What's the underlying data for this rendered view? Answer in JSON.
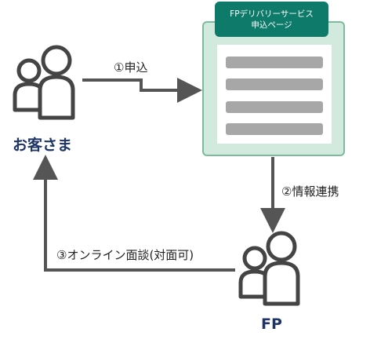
{
  "customer": {
    "label": "お客さま"
  },
  "fp": {
    "label": "FP"
  },
  "service_page": {
    "title_line1": "FPデリバリーサービス",
    "title_line2": "申込ページ"
  },
  "steps": [
    {
      "label": "①申込"
    },
    {
      "label": "②情報連携"
    },
    {
      "label": "③オンライン面談(対面可)"
    }
  ],
  "colors": {
    "arrow": "#555555",
    "title_bg": "#0e7a6a",
    "page_bg": "#d2eadd",
    "page_border": "#7cbc9c",
    "icon_stroke": "#444444",
    "actor_text": "#1f3566"
  }
}
